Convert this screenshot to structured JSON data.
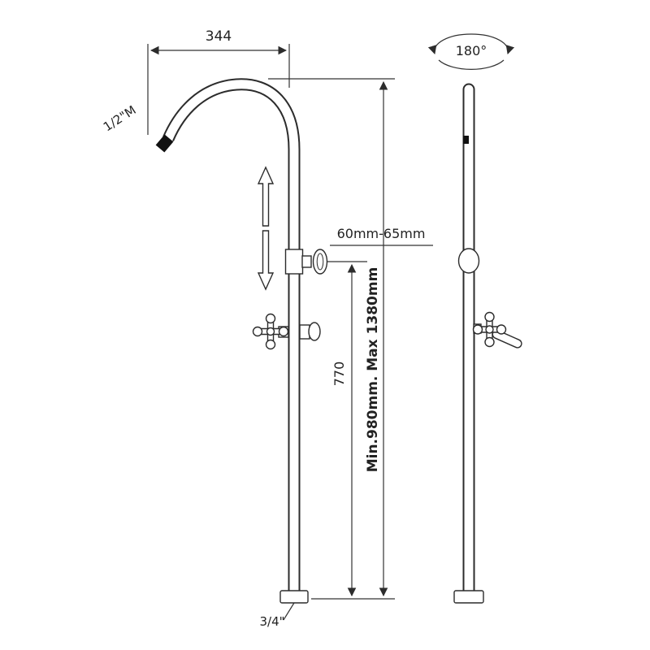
{
  "drawing": {
    "title": "freestanding-shower-column-technical-drawing",
    "labels": {
      "spout_width": "344",
      "inlet_thread": "1/2\"M",
      "clamp_range": "60mm-65mm",
      "riser_height": "770",
      "total_height": "Min.980mm. Max 1380mm",
      "base_thread": "3/4\"",
      "rotation_angle": "180°"
    },
    "colors": {
      "line": "#2c2c2c",
      "background": "#ffffff",
      "tip_fill": "#111111"
    }
  }
}
